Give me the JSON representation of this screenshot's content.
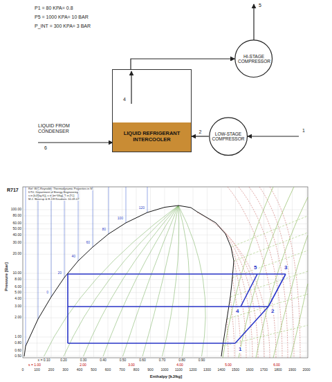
{
  "diagram": {
    "nodes": [
      {
        "text": [
          "LIQUID REFRIGERANT INTERCOOLER"
        ]
      },
      {
        "text": [
          "HI-STAGE COMPRESSOR"
        ]
      },
      {
        "text": [
          "LOW-STAGE COMPRESSOR"
        ]
      }
    ],
    "edges": [
      {
        "from": 2,
        "to": 0,
        "arrow": "to",
        "label": "2"
      },
      {
        "from": 0,
        "to": 1,
        "arrow": "to"
      }
    ],
    "labels": [
      "P1 = 80 KPA= 0.8",
      "P5 = 1000 KPA= 10 BAR",
      "P_INT = 300 KPA= 3 BAR",
      "5",
      "4",
      "1",
      "LIQUID FROM CONDENSER",
      "6",
      "R717",
      "Ref :W.C.Reynolds: Thermodynamic Properties in SI",
      "DTU, Department of Energy Engineering",
      "s in [kJ/(kg K)], v in [m^3/kg], T in [ºC]",
      "M.J. Skovrup & H.J.H Knudsen. 10-09-07",
      "Pressure [Bar]",
      "Enthalpy [kJ/kg]",
      "100.00",
      "80.00",
      "60.00",
      "50.00",
      "40.00",
      "30.00",
      "20.00",
      "10.00",
      "8.00",
      "6.00",
      "5.00",
      "4.00",
      "3.00",
      "2.00",
      "1.00",
      "0.80",
      "0.60",
      "0.50",
      "0",
      "100",
      "200",
      "300",
      "400",
      "500",
      "600",
      "700",
      "800",
      "900",
      "1000",
      "1100",
      "1200",
      "1300",
      "1400",
      "1500",
      "1600",
      "1700",
      "1800",
      "1900",
      "2000",
      "x = 0.10",
      "0.20",
      "0.30",
      "0.40",
      "0.50",
      "0.60",
      "0.70",
      "0.80",
      "0.90",
      "s = 1.00",
      "2.00",
      "3.00",
      "4.00",
      "5.00",
      "6.00",
      "0",
      "20",
      "40",
      "60",
      "80",
      "100",
      "120",
      "1",
      "2",
      "3",
      "4",
      "5"
    ]
  }
}
